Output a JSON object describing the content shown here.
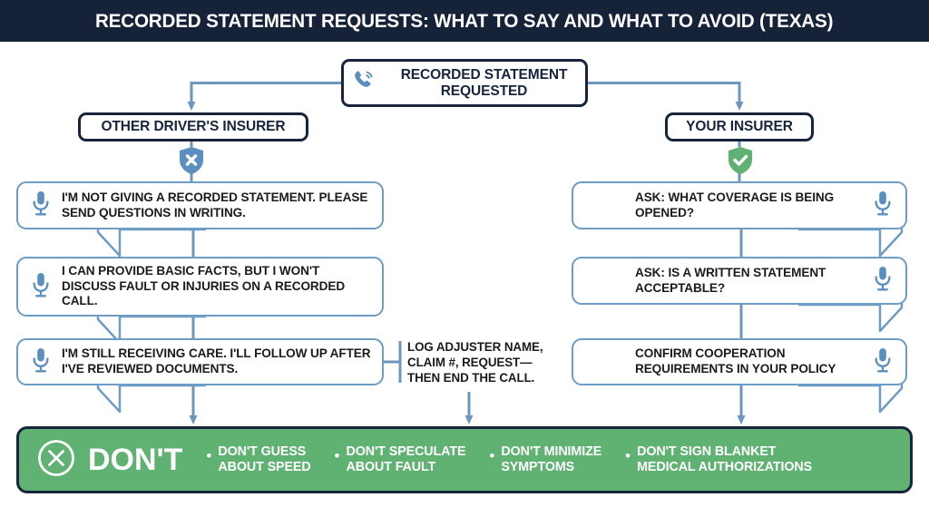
{
  "header": {
    "title": "RECORDED STATEMENT REQUESTS: WHAT TO SAY AND WHAT TO AVOID (TEXAS)"
  },
  "flow": {
    "root": {
      "label": "RECORDED STATEMENT REQUESTED",
      "icon": "phone-ring-icon"
    },
    "branches": [
      {
        "id": "other-driver",
        "label": "OTHER DRIVER'S INSURER",
        "badge_icon": "shield-x-icon",
        "badge_color": "#5a8fc0"
      },
      {
        "id": "your-insurer",
        "label": "YOUR INSURER",
        "badge_icon": "shield-check-icon",
        "badge_color": "#5fb272"
      }
    ]
  },
  "left_column": {
    "bubbles": [
      {
        "text": "I'M NOT GIVING A RECORDED STATEMENT. PLEASE SEND QUESTIONS IN WRITING.",
        "icon": "microphone-icon"
      },
      {
        "text": "I CAN PROVIDE BASIC FACTS, BUT I WON'T DISCUSS FAULT OR INJURIES ON A RECORDED CALL.",
        "icon": "microphone-icon"
      },
      {
        "text": "I'M STILL RECEIVING CARE. I'LL FOLLOW UP AFTER I'VE REVIEWED DOCUMENTS.",
        "icon": "microphone-icon"
      }
    ]
  },
  "right_column": {
    "bubbles": [
      {
        "text": "ASK: WHAT COVERAGE IS BEING OPENED?",
        "icon": "microphone-icon"
      },
      {
        "text": "ASK: IS A WRITTEN STATEMENT ACCEPTABLE?",
        "icon": "microphone-icon"
      },
      {
        "text": "CONFIRM COOPERATION REQUIREMENTS IN YOUR POLICY",
        "icon": "microphone-icon"
      }
    ]
  },
  "note": {
    "text": "LOG ADJUSTER NAME, CLAIM #, REQUEST— THEN END THE CALL."
  },
  "footer": {
    "badge_icon": "circle-x-icon",
    "word": "DON'T",
    "items": [
      "DON'T GUESS\nABOUT SPEED",
      "DON'T SPECULATE\nABOUT FAULT",
      "DON'T MINIMIZE\nSYMPTOMS",
      "DON'T SIGN BLANKET\nMEDICAL AUTHORIZATIONS"
    ]
  },
  "colors": {
    "header_bg": "#152238",
    "outline": "#16243c",
    "wire": "#6d95bd",
    "bubble_border": "#6d9cc4",
    "green": "#5fb272",
    "mic_blue": "#5a8fc0"
  }
}
